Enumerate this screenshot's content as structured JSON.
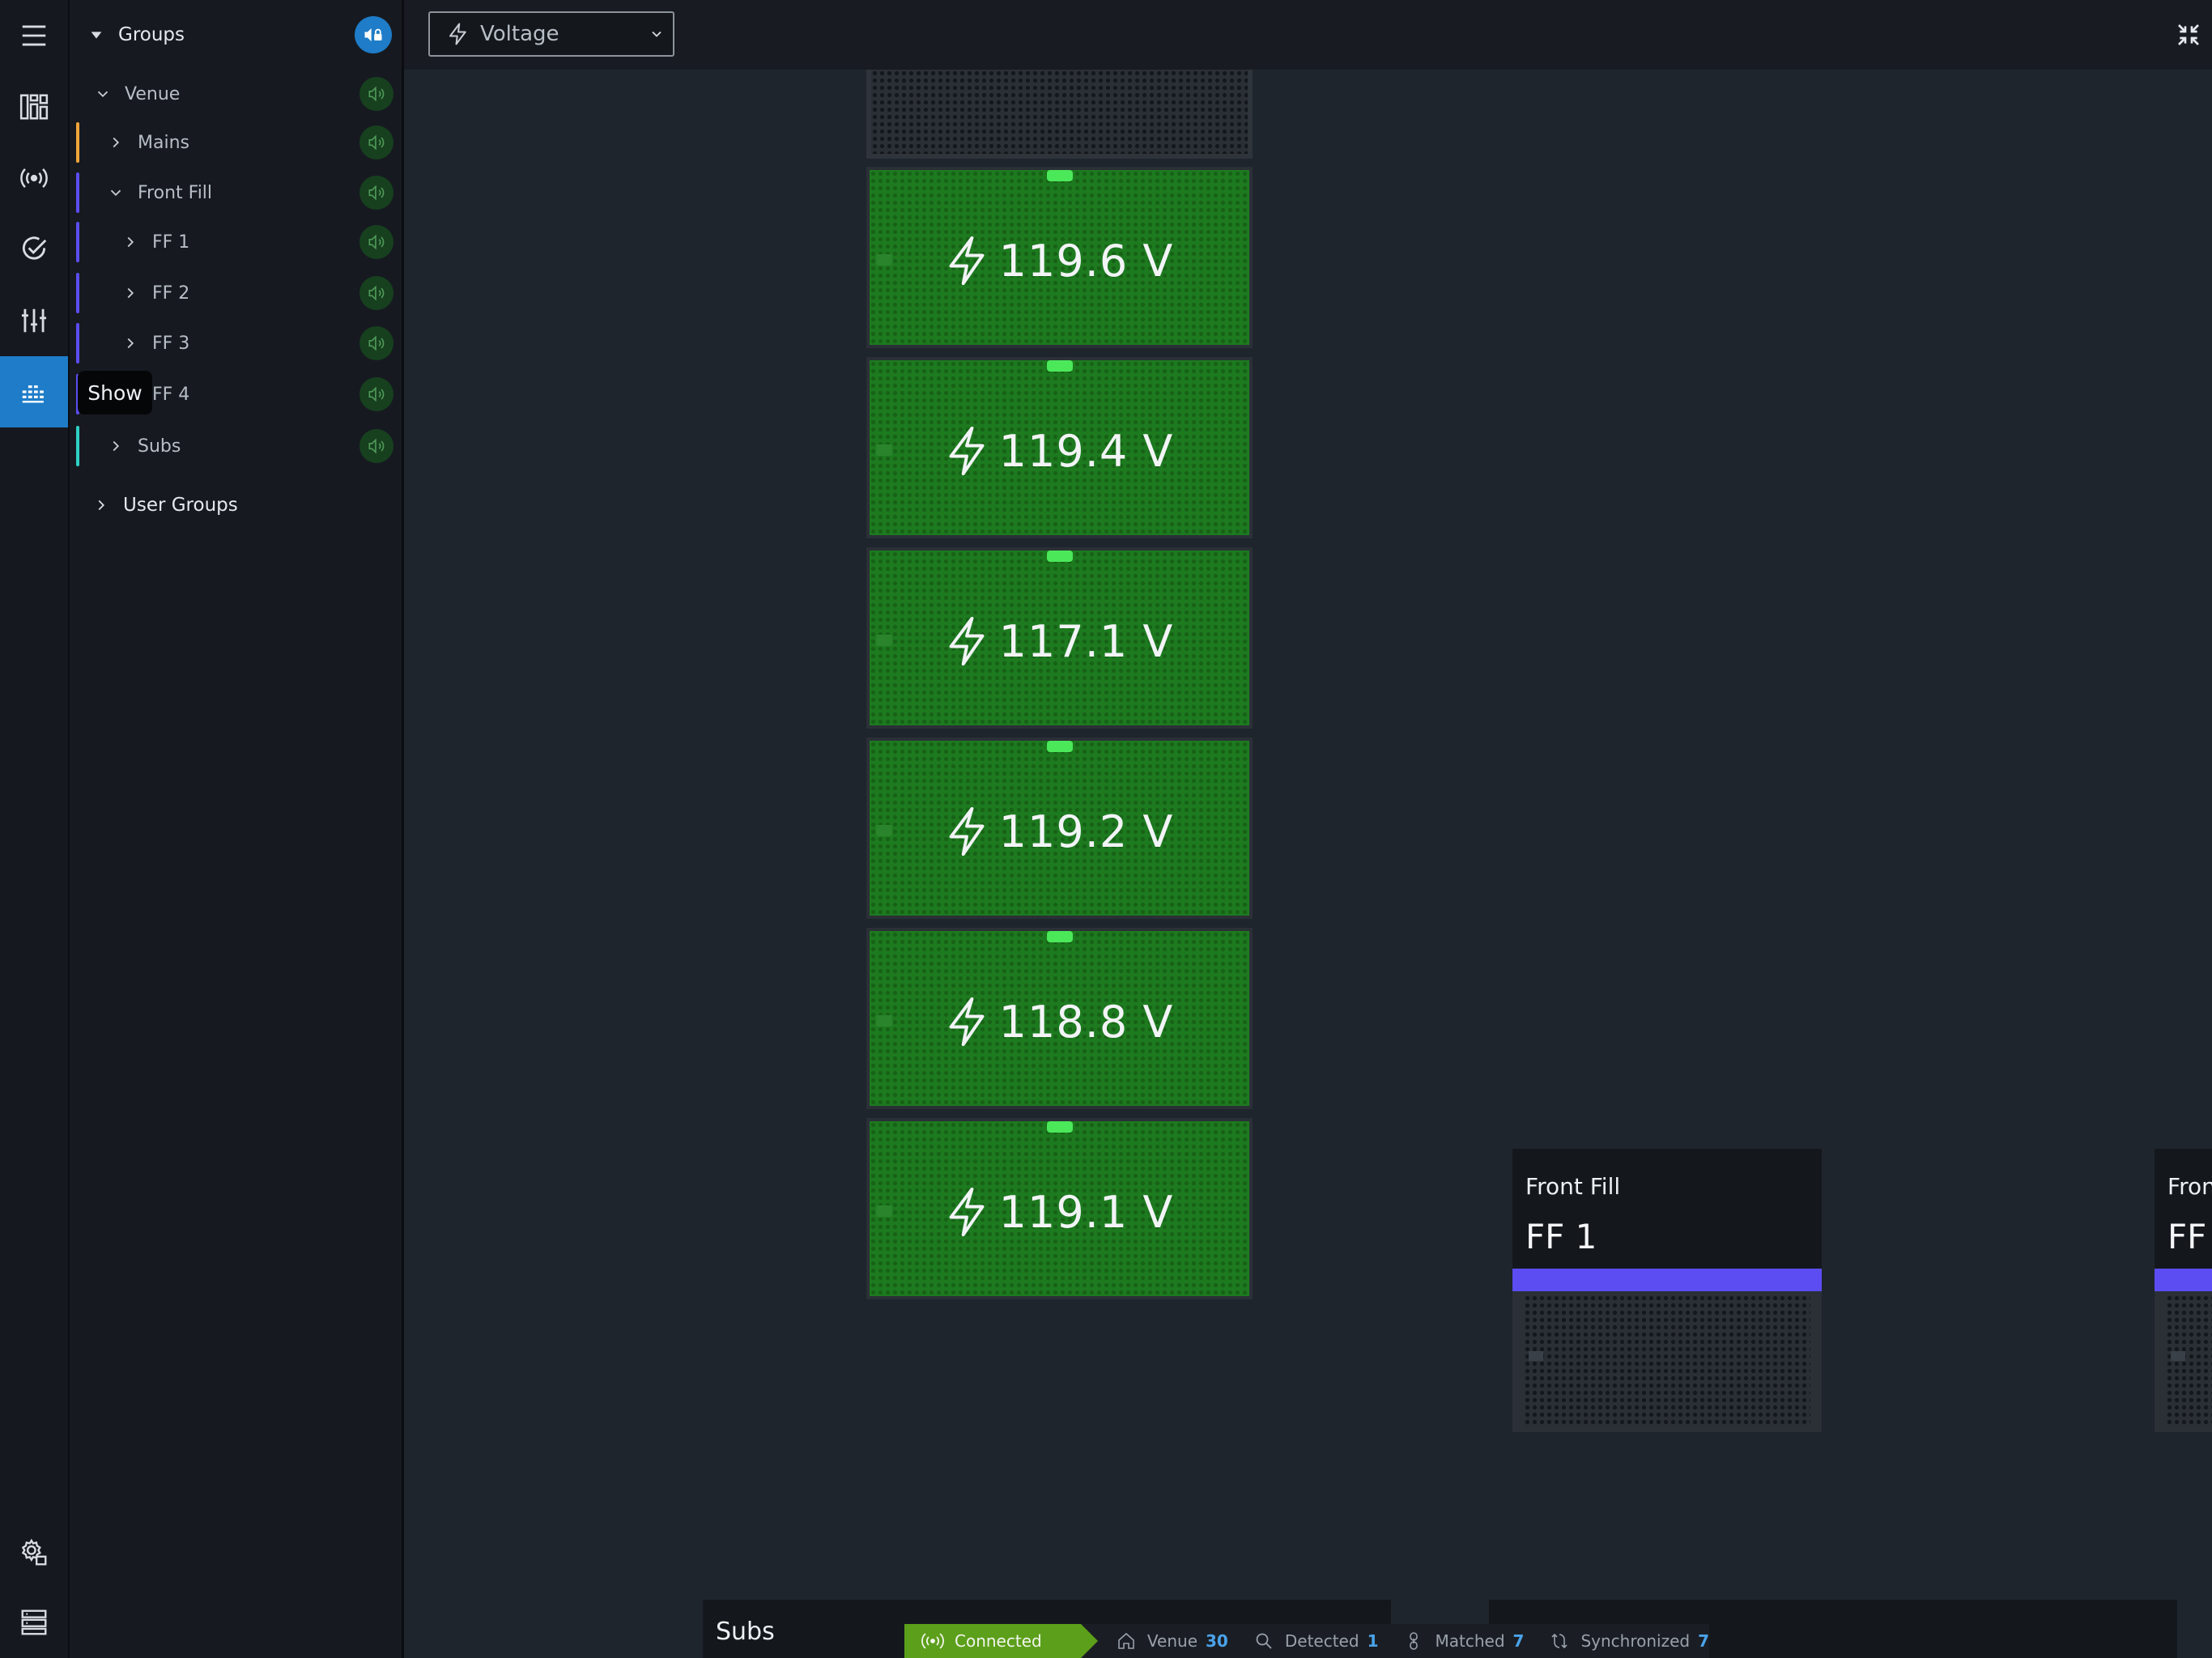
{
  "colors": {
    "accent_blue": "#1e7cc8",
    "cabinet_green": "#1d7a1f",
    "led_green": "#4be85a",
    "mains_orange": "#f0a43a",
    "frontfill_purple": "#5b4df2",
    "subs_teal": "#2fd0c4",
    "connected_green": "#5c9f1a"
  },
  "rail": {
    "items": [
      {
        "icon": "hamburger-menu-icon"
      },
      {
        "icon": "speaker-array-icon"
      },
      {
        "icon": "broadcast-icon"
      },
      {
        "icon": "check-circle-icon"
      },
      {
        "icon": "sliders-icon"
      },
      {
        "icon": "show-grid-icon"
      },
      {
        "icon": "settings-gear-icon"
      },
      {
        "icon": "server-rack-icon"
      }
    ],
    "tooltip": "Show"
  },
  "tree": {
    "header": "Groups",
    "items": [
      {
        "label": "Venue"
      },
      {
        "label": "Mains"
      },
      {
        "label": "Front Fill"
      },
      {
        "label": "FF 1"
      },
      {
        "label": "FF 2"
      },
      {
        "label": "FF 3"
      },
      {
        "label": "FF 4"
      },
      {
        "label": "Subs"
      }
    ],
    "user_groups": "User Groups"
  },
  "toolbar": {
    "parameter": "Voltage"
  },
  "cabinets": [
    {
      "value": "119.6 V"
    },
    {
      "value": "119.4 V"
    },
    {
      "value": "117.1 V"
    },
    {
      "value": "119.2 V"
    },
    {
      "value": "118.8 V"
    },
    {
      "value": "119.1 V"
    }
  ],
  "cards": [
    {
      "group": "Front Fill",
      "name": "FF 1"
    },
    {
      "group": "Fron",
      "name": "FF"
    }
  ],
  "subs_card": {
    "title": "Subs"
  },
  "status": {
    "connected": "Connected",
    "venue_label": "Venue",
    "venue_count": "30",
    "detected_label": "Detected",
    "detected_count": "1",
    "matched_label": "Matched",
    "matched_count": "7",
    "synchronized_label": "Synchronized",
    "synchronized_count": "7"
  }
}
